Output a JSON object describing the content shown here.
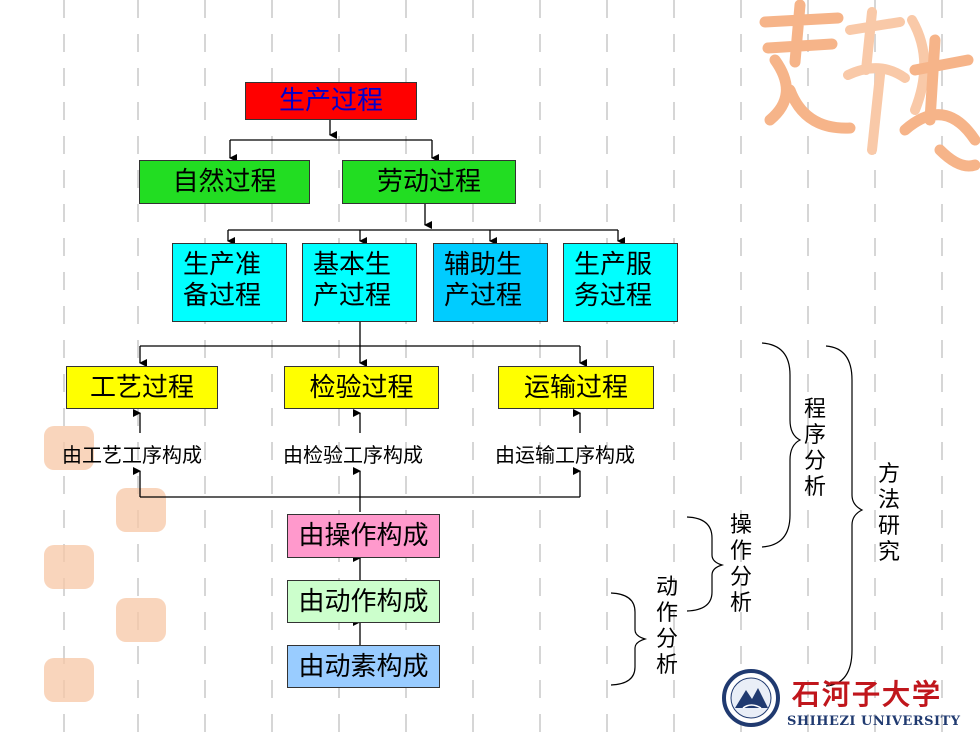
{
  "nodes": {
    "production": "生产过程",
    "natural": "自然过程",
    "labor": "劳动过程",
    "prep": "生产准\n备过程",
    "basic": "基本生\n产过程",
    "auxiliary": "辅助生\n产过程",
    "service": "生产服\n务过程",
    "craft": "工艺过程",
    "inspection": "检验过程",
    "transport": "运输过程",
    "operation": "由操作构成",
    "action": "由动作构成",
    "element": "由动素构成"
  },
  "labels": {
    "craft_ops": "由工艺工序构成",
    "inspection_ops": "由检验工序构成",
    "transport_ops": "由运输工序构成"
  },
  "analysis": {
    "process": "程序分析",
    "operation": "操作分析",
    "motion": "动作分析",
    "method": "方法研究"
  },
  "university": {
    "name_cn": "石河子大学",
    "name_en": "SHIHEZI UNIVERSITY"
  },
  "colors": {
    "red": "#ff0000",
    "green": "#22dd22",
    "cyan": "#00ffff",
    "cyan_dark": "#00ccff",
    "yellow": "#ffff00",
    "pink": "#ff99cc",
    "lightgreen": "#ccffcc",
    "lightblue": "#99ccff",
    "deco_orange": "#f6b489",
    "logo_red": "#c0161c",
    "logo_blue": "#203a70"
  }
}
